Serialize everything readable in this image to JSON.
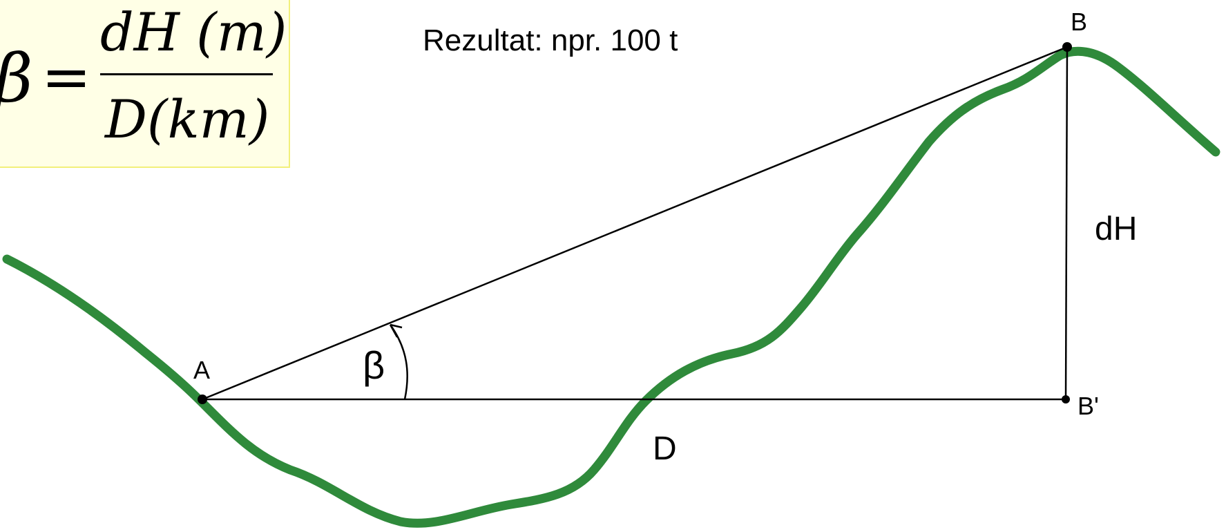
{
  "formula": {
    "lhs": "β",
    "equals": "=",
    "numerator": "dH (m)",
    "denominator": "D(km)"
  },
  "result_note": "Rezultat: npr. 100 t",
  "labels": {
    "point_a": "A",
    "point_b": "B",
    "point_b_prime": "B'",
    "height_diff": "dH",
    "distance": "D",
    "angle": "β"
  },
  "colors": {
    "terrain": "#2f8a3b",
    "lines": "#000000",
    "formula_border": "#f2f07a",
    "formula_background": "#ffffe6"
  }
}
